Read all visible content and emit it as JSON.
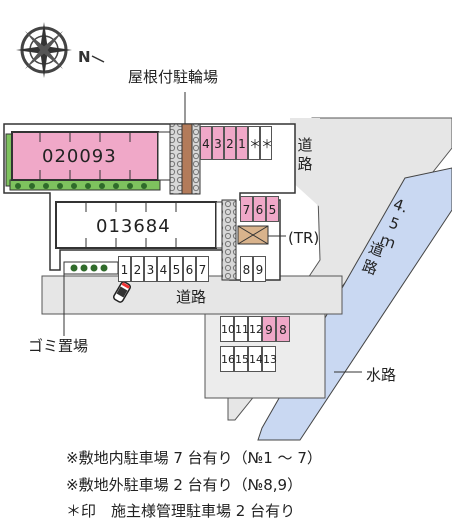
{
  "labels": {
    "bike_parking": "屋根付駐輪場",
    "road_right_vertical": "道路",
    "road_right_width": "4.5ｍ",
    "road_right_name": "道路",
    "tr": "(TR)",
    "road_main": "道路",
    "garbage": "ゴミ置場",
    "waterway": "水路"
  },
  "buildings": {
    "upper_id": "020093",
    "lower_id": "013684"
  },
  "parking": {
    "top_right": [
      "4",
      "3",
      "2",
      "1",
      "＊",
      "＊"
    ],
    "mid_right": [
      "7",
      "6",
      "5"
    ],
    "bottom_row": [
      "1",
      "2",
      "3",
      "4",
      "5",
      "6",
      "7"
    ],
    "bottom_row_extra": [
      "8",
      "9"
    ],
    "off_site_top": [
      "10",
      "11",
      "12",
      "9",
      "8"
    ],
    "off_site_bottom": [
      "16",
      "15",
      "14",
      "13"
    ]
  },
  "notes": [
    "※敷地内駐車場 7 台有り（№1 ～ 7）",
    "※敷地外駐車場 2 台有り（№8,9）",
    "＊印　施主様管理駐車場 2 台有り"
  ],
  "colors": {
    "pink": "#f0a8c8",
    "green": "#7ec25e",
    "road_gray": "#e6e6e6",
    "water_blue": "#c9d8f2",
    "hatch": "#aaaaaa"
  },
  "icons": {
    "compass": "compass-rose-icon",
    "car": "car-icon",
    "bushes": "shrub-icon"
  }
}
